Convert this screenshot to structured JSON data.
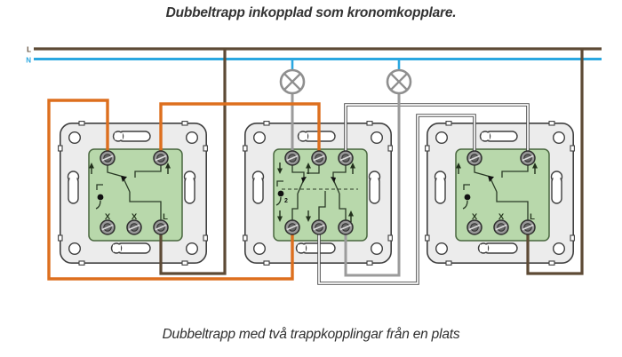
{
  "page": {
    "title": "Dubbeltrapp inkopplad som kronomkopplare.",
    "caption": "Dubbeltrapp med två trappkopplingar från en plats"
  },
  "power_lines": {
    "live": {
      "label": "L",
      "color": "#5d4a35"
    },
    "neutral": {
      "label": "N",
      "color": "#2aa7e0"
    }
  },
  "colors": {
    "wire_orange": "#dd6f1e",
    "wire_brown": "#5d4a35",
    "wire_gray": "#9b9b9b",
    "wire_white_edge": "#4a4a4a",
    "wire_white_core": "#ffffff",
    "wire_blue": "#2aa7e0",
    "plate_fill": "#ececec",
    "plate_stroke": "#3f3f3f",
    "panel_fill": "#b8d8ab",
    "panel_stroke": "#49663f",
    "lamp_stroke": "#8f8f8f",
    "symbol_ink": "#2a3a26"
  },
  "lamps": [
    {
      "name": "lamp-1",
      "symbol": "circle-with-cross"
    },
    {
      "name": "lamp-2",
      "symbol": "circle-with-cross"
    }
  ],
  "modules": [
    {
      "id": "switch-left",
      "type": "trappomkopplare",
      "terminals_bottom": [
        "X",
        "X",
        "L"
      ],
      "arrows_top": [
        "up",
        "up"
      ]
    },
    {
      "id": "switch-middle",
      "type": "dubbeltrapp",
      "marker": "2",
      "arrows_top": [
        "down",
        "up",
        "up"
      ],
      "arrows_bottom": [
        "down",
        "down",
        "up"
      ]
    },
    {
      "id": "switch-right",
      "type": "trappomkopplare",
      "terminals_bottom": [
        "X",
        "X",
        "L"
      ],
      "arrows_top": [
        "up",
        "up"
      ]
    }
  ],
  "wires": [
    {
      "name": "live-feed-left",
      "color": "brown",
      "from": "L-rail",
      "to": "switch-left L terminal"
    },
    {
      "name": "live-feed-right",
      "color": "brown",
      "from": "L-rail",
      "to": "switch-right L terminal"
    },
    {
      "name": "traveler-orange-1",
      "color": "orange",
      "from": "switch-left top-left",
      "to": "switch-middle bottom-left"
    },
    {
      "name": "traveler-orange-2",
      "color": "orange",
      "from": "switch-left top-right",
      "to": "switch-middle top-middle"
    },
    {
      "name": "lamp-1-switched",
      "color": "gray",
      "from": "switch-middle top-left",
      "to": "lamp-1"
    },
    {
      "name": "lamp-2-switched",
      "color": "gray",
      "from": "switch-middle bottom-right",
      "to": "lamp-2"
    },
    {
      "name": "traveler-white-1",
      "color": "white",
      "from": "switch-middle top-right",
      "to": "switch-right top-right"
    },
    {
      "name": "traveler-white-2",
      "color": "white",
      "from": "switch-middle bottom-middle",
      "to": "switch-right top-left"
    },
    {
      "name": "neutral-lamp-1",
      "color": "blue",
      "from": "N-rail",
      "to": "lamp-1"
    },
    {
      "name": "neutral-lamp-2",
      "color": "blue",
      "from": "N-rail",
      "to": "lamp-2"
    }
  ]
}
